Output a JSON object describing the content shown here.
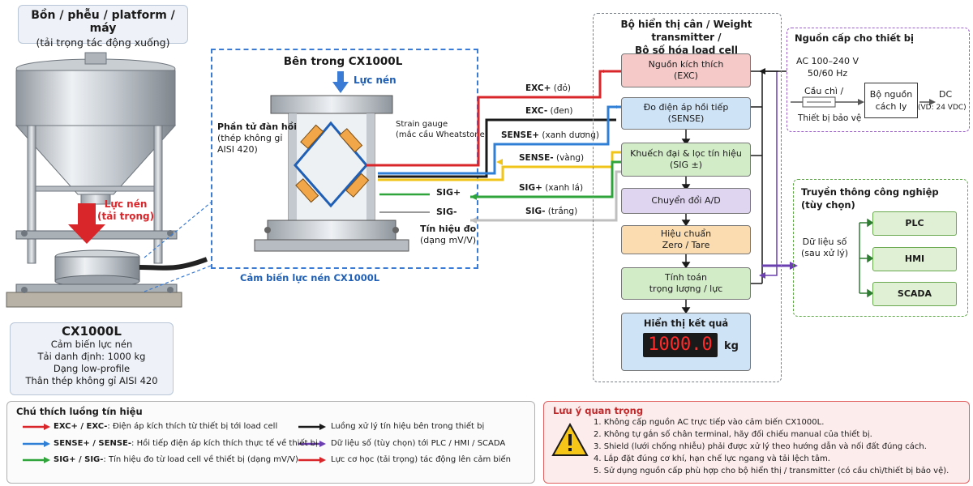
{
  "top_box": {
    "title": "Bồn / phễu / platform / máy",
    "subtitle": "(tải trọng tác động xuống)"
  },
  "load_label": {
    "line1": "Lực nén",
    "line2": "(tải trọng)"
  },
  "spec": {
    "model": "CX1000L",
    "line1": "Cảm biến lực nén",
    "line2": "Tải danh định: 1000 kg",
    "line3": "Dạng low-profile",
    "line4": "Thân thép không gỉ AISI 420"
  },
  "sensor": {
    "title": "Bên trong CX1000L",
    "force": "Lực nén",
    "element_label": [
      "Phần tử đàn hồi",
      "(thép không gỉ",
      "AISI 420)"
    ],
    "gauge_label": [
      "Strain gauge",
      "(mắc cầu Wheatstone)"
    ],
    "sig_plus": "SIG+",
    "sig_minus": "SIG-",
    "signal_label": [
      "Tín hiệu đo",
      "(dạng mV/V)"
    ],
    "caption": "Cảm biến lực nén CX1000L"
  },
  "wires": [
    {
      "name": "EXC+",
      "note": "(đỏ)",
      "color": "#d9262b"
    },
    {
      "name": "EXC-",
      "note": "(đen)",
      "color": "#1a1a1a"
    },
    {
      "name": "SENSE+",
      "note": "(xanh dương)",
      "color": "#2f7fd6"
    },
    {
      "name": "SENSE-",
      "note": "(vàng)",
      "color": "#f0c419"
    },
    {
      "name": "SIG+",
      "note": "(xanh lá)",
      "color": "#2ea43a"
    },
    {
      "name": "SIG-",
      "note": "(trắng)",
      "color": "#bfbfbf"
    }
  ],
  "transmitter": {
    "title_line1": "Bộ hiển thị cân / Weight transmitter /",
    "title_line2": "Bộ số hóa load cell",
    "blocks": [
      {
        "line1": "Nguồn kích thích",
        "line2": "(EXC)",
        "color": "#f6c9c9"
      },
      {
        "line1": "Đo điện áp hồi tiếp",
        "line2": "(SENSE)",
        "color": "#cfe3f7"
      },
      {
        "line1": "Khuếch đại & lọc tín hiệu",
        "line2": "(SIG ±)",
        "color": "#d3ecc8"
      },
      {
        "line1": "Chuyển đổi A/D",
        "line2": "",
        "color": "#e0d5f0"
      },
      {
        "line1": "Hiệu chuẩn",
        "line2": "Zero / Tare",
        "color": "#fbdcb0"
      },
      {
        "line1": "Tính toán",
        "line2": "trọng lượng / lực",
        "color": "#d3ecc8"
      }
    ],
    "display_title": "Hiển thị kết quả",
    "display_value": "1000.0",
    "display_unit": "kg"
  },
  "power": {
    "title": "Nguồn cấp cho thiết bị",
    "ac_line1": "AC 100–240 V",
    "ac_line2": "50/60 Hz",
    "fuse_line1": "Cầu chì /",
    "fuse_line2": "Thiết bị bảo vệ",
    "iso_line1": "Bộ nguồn",
    "iso_line2": "cách ly",
    "dc": "DC",
    "dc_note": "(VD: 24 VDC)"
  },
  "comm": {
    "title_line1": "Truyền thông công nghiệp",
    "title_line2": "(tùy chọn)",
    "data_line1": "Dữ liệu số",
    "data_line2": "(sau xử lý)",
    "targets": [
      "PLC",
      "HMI",
      "SCADA"
    ]
  },
  "legend": {
    "title": "Chú thích luồng tín hiệu",
    "items": [
      {
        "bold": "EXC+ / EXC-",
        "text": ": Điện áp kích thích từ thiết bị tới load cell",
        "color": "#d9262b"
      },
      {
        "bold": "SENSE+ / SENSE-",
        "text": ": Hồi tiếp điện áp kích thích thực tế về thiết bị",
        "color": "#2f7fd6"
      },
      {
        "bold": "SIG+ / SIG-",
        "text": ": Tín hiệu đo từ load cell về thiết bị (dạng mV/V)",
        "color": "#2ea43a"
      },
      {
        "bold": "",
        "text": "Luồng xử lý tín hiệu bên trong thiết bị",
        "color": "#1a1a1a"
      },
      {
        "bold": "",
        "text": "Dữ liệu số (tùy chọn) tới PLC / HMI / SCADA",
        "color": "#6b3fb0"
      },
      {
        "bold": "",
        "text": "Lực cơ học (tải trọng) tác động lên cảm biến",
        "color": "#d9262b"
      }
    ]
  },
  "notes": {
    "title": "Lưu ý quan trọng",
    "items": [
      "1.  Không cấp nguồn AC trực tiếp vào cảm biến CX1000L.",
      "2.  Không tự gắn số chân terminal, hãy đối chiếu manual của thiết bị.",
      "3.  Shield (lưới chống nhiễu) phải được xử lý theo hướng dẫn và nối đất đúng cách.",
      "4.  Lắp đặt đúng cơ khí, hạn chế lực ngang và tải lệch tâm.",
      "5.  Sử dụng nguồn cấp phù hợp cho bộ hiển thị / transmitter (có cầu chì/thiết bị bảo vệ)."
    ]
  }
}
